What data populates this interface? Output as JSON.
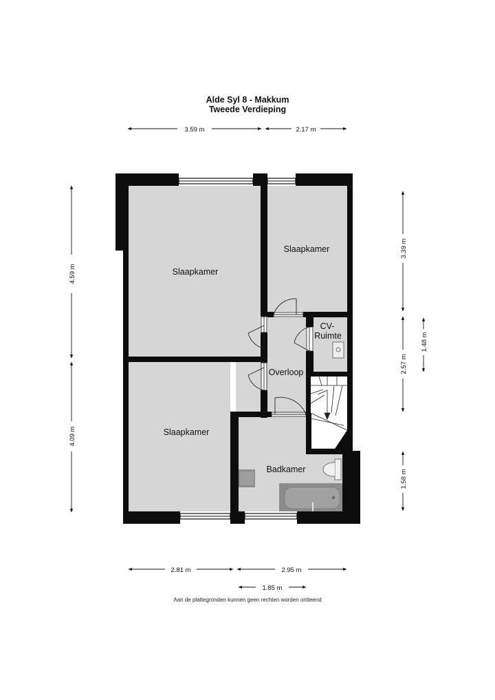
{
  "header": {
    "title": "Alde Syl 8 - Makkum",
    "subtitle": "Tweede Verdieping"
  },
  "rooms": {
    "bedroom_1": "Slaapkamer",
    "bedroom_2": "Slaapkamer",
    "bedroom_3": "Slaapkamer",
    "cv_room_line1": "CV-",
    "cv_room_line2": "Ruimte",
    "landing": "Overloop",
    "bathroom": "Badkamer"
  },
  "dimensions": {
    "top_left": "3.59 m",
    "top_right": "2.17 m",
    "left_upper": "4.59 m",
    "left_lower": "4.09 m",
    "right_upper": "3.39 m",
    "right_middle": "2.57 m",
    "right_inner": "1.48 m",
    "right_lower": "1.58 m",
    "bottom_left": "2.81 m",
    "bottom_right": "2.95 m",
    "bottom_inner": "1.85 m"
  },
  "footer": {
    "disclaimer": "Aan de plattegronden kunnen geen rechten worden ontleend"
  },
  "colors": {
    "wall": "#0d0d0d",
    "floor": "#d6d6d6",
    "fixture": "#8c8c8c",
    "background": "#ffffff"
  }
}
